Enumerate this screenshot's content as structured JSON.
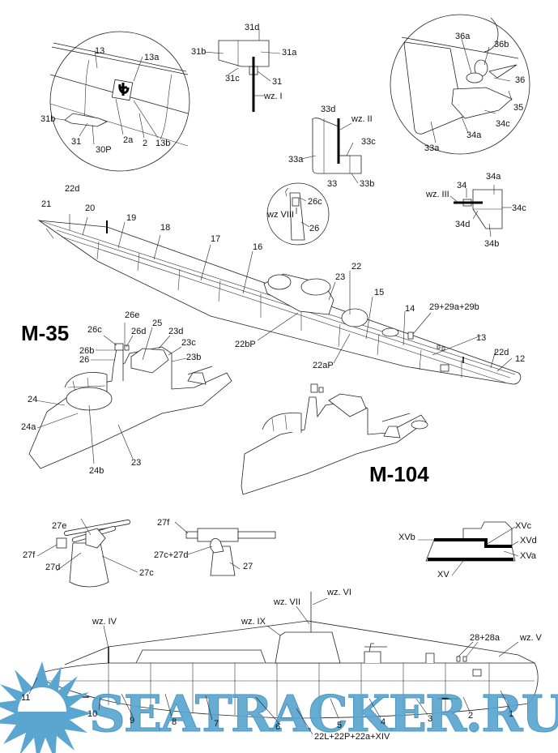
{
  "sheet": {
    "type": "paper-model assembly diagram",
    "models": {
      "m35_title": "M-35",
      "m104_title": "M-104"
    },
    "watermark": {
      "text": "SEATRACKER.RU",
      "color": "#5aa6d0"
    }
  },
  "detail_bow_circle": {
    "labels": [
      "13",
      "13a",
      "31b",
      "31",
      "30P",
      "2a",
      "2",
      "13b"
    ]
  },
  "detail_31": {
    "labels": [
      "31d",
      "31b",
      "31a",
      "31c",
      "31",
      "wz. I"
    ]
  },
  "detail_33": {
    "labels": [
      "33d",
      "wz. II",
      "33c",
      "33a",
      "33",
      "33b"
    ]
  },
  "detail_stern_circle": {
    "labels": [
      "36a",
      "36b",
      "36",
      "35",
      "34c",
      "34a",
      "33a"
    ]
  },
  "detail_34": {
    "labels": [
      "34a",
      "34",
      "wz. III",
      "34c",
      "34d",
      "34b"
    ]
  },
  "detail_26_circle": {
    "labels": [
      "wz VIII",
      "26c",
      "26"
    ]
  },
  "hull_top_view": {
    "labels": [
      "21",
      "22d",
      "20",
      "19",
      "18",
      "17",
      "16",
      "23",
      "22",
      "15",
      "14",
      "29+29a+29b",
      "13",
      "22d",
      "12",
      "22bP",
      "22aP"
    ]
  },
  "m35_tower": {
    "labels": [
      "26e",
      "26c",
      "26d",
      "25",
      "23d",
      "23c",
      "26b",
      "26",
      "23b",
      "24",
      "24a",
      "24b",
      "23"
    ]
  },
  "gun_27_a": {
    "labels": [
      "27e",
      "27f",
      "27d",
      "27c"
    ]
  },
  "gun_27_b": {
    "labels": [
      "27f",
      "27c+27d",
      "27"
    ]
  },
  "detail_XV": {
    "labels": [
      "XVb",
      "XVc",
      "XVd",
      "XVa",
      "XV"
    ]
  },
  "side_view": {
    "labels": [
      "wz. VII",
      "wz. VI",
      "wz. IX",
      "wz. IV",
      "28+28a",
      "wz. V",
      "11",
      "10",
      "9",
      "8",
      "7",
      "6",
      "5",
      "4",
      "3",
      "2",
      "1",
      "22L+22P+22a+XIV"
    ]
  }
}
